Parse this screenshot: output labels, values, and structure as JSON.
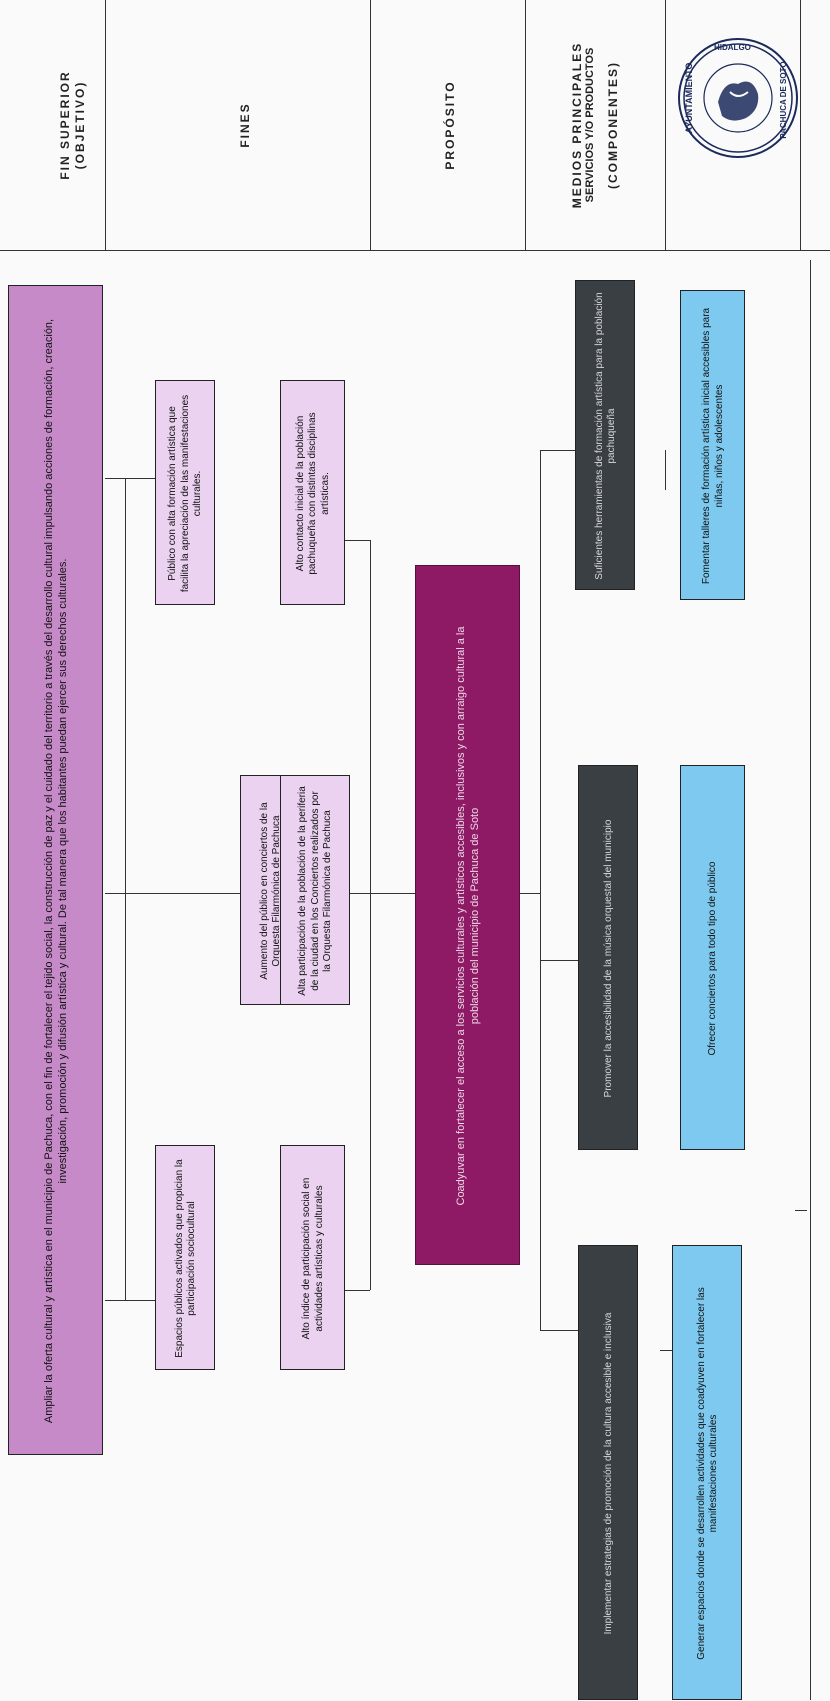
{
  "header": {
    "fin_superior": [
      "FIN SUPERIOR",
      "(OBJETIVO)"
    ],
    "fines": "FINES",
    "proposito": "PROPÓSITO",
    "componentes": [
      "MEDIOS PRINCIPALES",
      "SERVICIOS Y/O PRODUCTOS",
      "(COMPONENTES)"
    ],
    "seal": {
      "top": "AYUNTAMIENTO",
      "bottom": "PACHUCA DE SOTO",
      "right": "HIDALGO"
    }
  },
  "objetivo": "Ampliar la oferta cultural y artística en el municipio de Pachuca, con el fin de fortalecer el tejido social, la construcción de paz y el cuidado del territorio a través del desarrollo cultural impulsando acciones de formación, creación, investigación, promoción y difusión artística y cultural. De tal manera que los habitantes puedan ejercer sus derechos culturales.",
  "fines": [
    [
      "Espacios públicos activados que propician la participación sociocultural",
      "Alto índice de participación social en actividades artísticas y culturales"
    ],
    [
      "Aumento del público en conciertos de la Orquesta Filarmónica de Pachuca",
      "Alta participación de la población de la periferia de la ciudad en los Conciertos realizados por la Orquesta Filarmónica de Pachuca"
    ],
    [
      "Público con alta formación artística que facilita la apreciación de las manifestaciones culturales.",
      "Alto contacto inicial de la población pachuqueña con distintas disciplinas artísticas."
    ]
  ],
  "proposito": "Coadyuvar en fortalecer el acceso a los servicios culturales y artísticos accesibles, inclusivos y con arraigo cultural a la población del municipio de Pachuca de Soto",
  "componentes": [
    {
      "medio": "Implementar estrategias de promoción de la cultura accesible e inclusiva",
      "servicio": "Generar espacios donde se desarrollen actividades que coadyuven en fortalecer las manifestaciones culturales"
    },
    {
      "medio": "Promover la accesibilidad de la música orquestal del municipio",
      "servicio": "Ofrecer conciertos para todo tipo de público"
    },
    {
      "medio": "Suficientes herramientas de formación artística para la población pachuqueña",
      "servicio": "Fomentar talleres de formación artística inicial accesibles para niñas, niños y adolescentes"
    }
  ],
  "colors": {
    "objetivo": "#c68ac8",
    "fines": "#ead2f0",
    "proposito": "#8e1a66",
    "medio": "#3a3f44",
    "servicio": "#7ec9ef",
    "seal": "#1a2a5a"
  }
}
